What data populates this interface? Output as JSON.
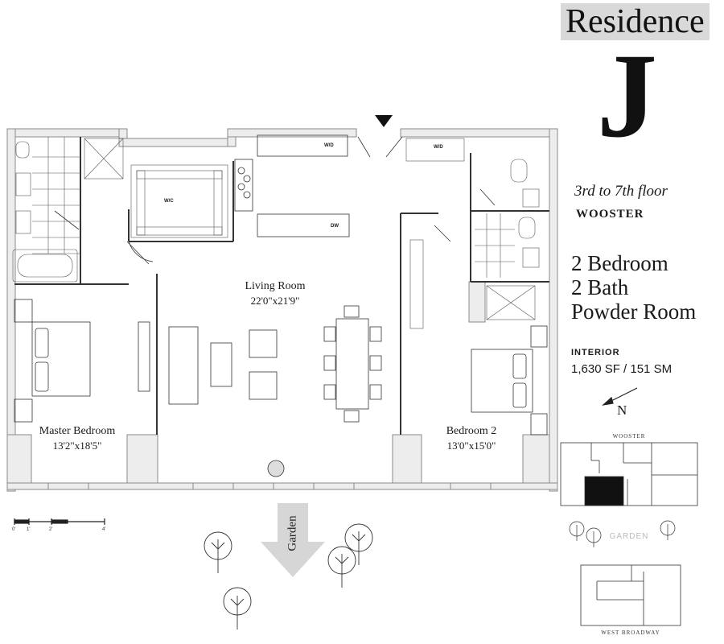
{
  "title": {
    "residence": "Residence",
    "unit": "J"
  },
  "floors": "3rd to 7th floor",
  "building": "WOOSTER",
  "configuration": [
    "2 Bedroom",
    "2 Bath",
    "Powder Room"
  ],
  "interior": {
    "label": "INTERIOR",
    "value": "1,630 SF / 151 SM"
  },
  "north": "N",
  "rooms": [
    {
      "name": "Living Room",
      "dimensions": "22'0\"x21'9\""
    },
    {
      "name": "Master Bedroom",
      "dimensions": "13'2\"x18'5\""
    },
    {
      "name": "Bedroom 2",
      "dimensions": "13'0\"x15'0\""
    }
  ],
  "garden_arrow": "Garden",
  "scale_labels": [
    "0'",
    "1'",
    "2'",
    "4'"
  ],
  "appliance_labels": {
    "wc": "W/C",
    "wd": "W/D",
    "dw": "DW"
  },
  "key_plan": {
    "top": "WOOSTER",
    "middle": "GARDEN",
    "bottom": "WEST BROADWAY"
  },
  "colors": {
    "wall": "#ededed",
    "wall_line": "#8a8a8a",
    "line": "#333333",
    "unit_highlight": "#111111",
    "arrow": "#d6d6d6"
  }
}
